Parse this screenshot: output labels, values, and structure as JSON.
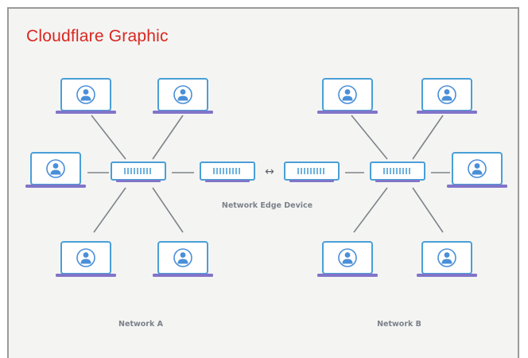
{
  "title": "Cloudflare Graphic",
  "labels": {
    "edge_device": "Network Edge Device",
    "network_a": "Network A",
    "network_b": "Network B",
    "arrow": "↔"
  },
  "colors": {
    "title": "#d9271f",
    "device_stroke": "#4a9fd6",
    "laptop_base": "#8174c9",
    "avatar": "#4a8fd8",
    "link_line": "#7e848a",
    "background": "#f4f4f3"
  },
  "networks": [
    {
      "name": "Network A",
      "switch_icon": "network-switch-icon",
      "laptops": 5
    },
    {
      "name": "Network B",
      "switch_icon": "network-switch-icon",
      "laptops": 5
    }
  ]
}
